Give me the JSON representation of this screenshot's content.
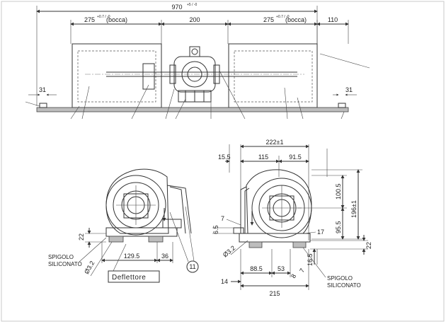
{
  "top_view": {
    "dims": {
      "overall": "970",
      "overall_tol": "+5 / -0",
      "left_mouth": "275",
      "left_mouth_tol": "+0.7 / -0",
      "left_mouth_note": "(bocca)",
      "center": "200",
      "right_mouth": "275",
      "right_mouth_tol": "+0.7 / -0",
      "right_mouth_note": "(bocca)",
      "right_edge": "110",
      "left_offset": "31",
      "right_offset": "31"
    }
  },
  "left_side_view": {
    "dims": {
      "d1": "22",
      "d2": "129.5",
      "d3": "36",
      "d4": "Ø3.2"
    },
    "labels": {
      "edge_line1": "SPIGOLO",
      "edge_line2": "SILICONATO",
      "deflector": "Deflettore",
      "callout": "11"
    }
  },
  "right_side_view": {
    "dims": {
      "width_total": "222±1",
      "w_left": "15.5",
      "w_mid": "115",
      "w_right": "91.5",
      "h_upper": "100.5",
      "h_total": "196±1",
      "h_mid": "95.5",
      "d_7": "7",
      "d_6_5": "6.5",
      "d_17": "17",
      "d_22": "22",
      "d_16_5": "16.5",
      "d_phi": "Ø3.2",
      "d_8": "8",
      "d_7b": "7",
      "b_88_5": "88.5",
      "b_53": "53",
      "b_14": "14",
      "b_215": "215"
    },
    "labels": {
      "edge_line1": "SPIGOLO",
      "edge_line2": "SILICONATO"
    }
  }
}
